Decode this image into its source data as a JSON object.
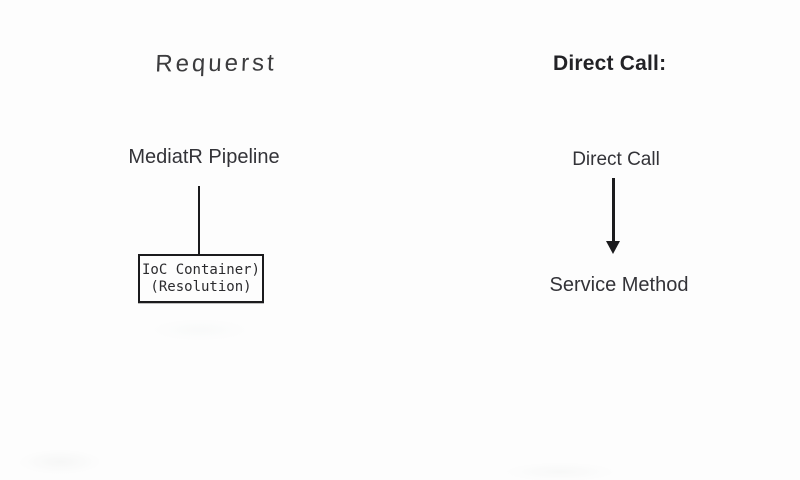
{
  "diagram": {
    "left_column": {
      "heading": "Requerst",
      "node_label": "MediatR Pipeline",
      "box": {
        "line1": "IoC Container)",
        "line2": "(Resolution)"
      },
      "connector": "plain-line"
    },
    "right_column": {
      "heading": "Direct Call:",
      "node_label": "Direct Call",
      "target_label": "Service Method",
      "connector": "down-arrow"
    },
    "colors": {
      "background": "#fdfdfd",
      "ink": "#1b1b1d",
      "text": "#333338",
      "handwriting": "#3c3c3e"
    }
  }
}
